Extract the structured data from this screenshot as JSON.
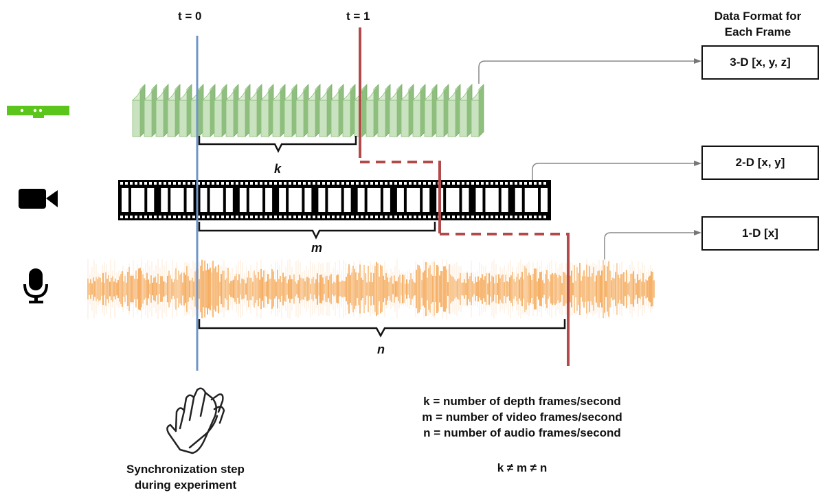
{
  "timeline": {
    "t0_label": "t = 0",
    "t1_label": "t = 1"
  },
  "data_format": {
    "header_line1": "Data Format for",
    "header_line2": "Each Frame",
    "boxes": [
      {
        "label": "3-D [x, y, z]"
      },
      {
        "label": "2-D [x, y]"
      },
      {
        "label": "1-D [x]"
      }
    ]
  },
  "brackets": {
    "k": "k",
    "m": "m",
    "n": "n"
  },
  "legend": {
    "line1": "k = number of depth frames/second",
    "line2": "m = number of video frames/second",
    "line3": "n = number of audio frames/second",
    "inequality": "k ≠ m ≠ n"
  },
  "sync_caption": {
    "line1": "Synchronization step",
    "line2": "during experiment"
  },
  "icons": {
    "depth_sensor": "depth-sensor-icon",
    "video_camera": "video-camera-icon",
    "microphone": "microphone-icon",
    "clapping_hands": "clapping-hands-icon"
  },
  "colors": {
    "t0_line": "#6f95c9",
    "t1_line": "#b24a4a",
    "depth_frames": "#c9e2bf",
    "depth_frame_edge": "#8fbf7e",
    "sensor": "#5cc51b",
    "audio": "#f39a3c",
    "film": "#000000"
  }
}
